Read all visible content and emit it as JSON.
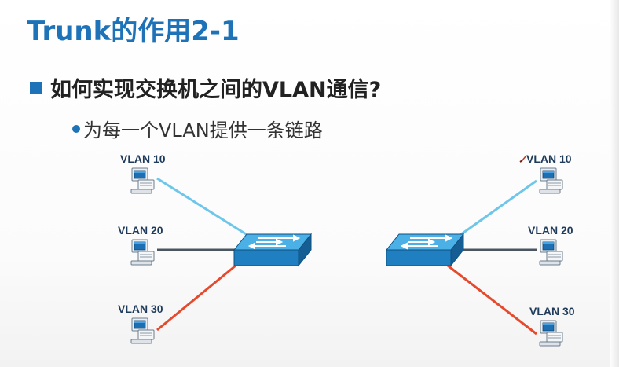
{
  "title": "Trunk的作用2-1",
  "bullet_main": "如何实现交换机之间的VLAN通信?",
  "bullet_sub": "为每一个VLAN提供一条链路",
  "left_group": {
    "pcs": [
      {
        "label": "VLAN 10"
      },
      {
        "label": "VLAN 20"
      },
      {
        "label": "VLAN 30"
      }
    ]
  },
  "right_group": {
    "pcs": [
      {
        "label": "VLAN 10"
      },
      {
        "label": "VLAN 20"
      },
      {
        "label": "VLAN 30"
      }
    ]
  },
  "colors": {
    "accent": "#1e73b8",
    "vlan10_link": "#6ec6ea",
    "vlan20_link": "#4a5560",
    "vlan30_link": "#e64a2e",
    "switch_top": "#4ab0e6",
    "switch_front": "#1f7fc0",
    "switch_side": "#155e94"
  },
  "icons": [
    "pc-icon",
    "switch-icon"
  ]
}
